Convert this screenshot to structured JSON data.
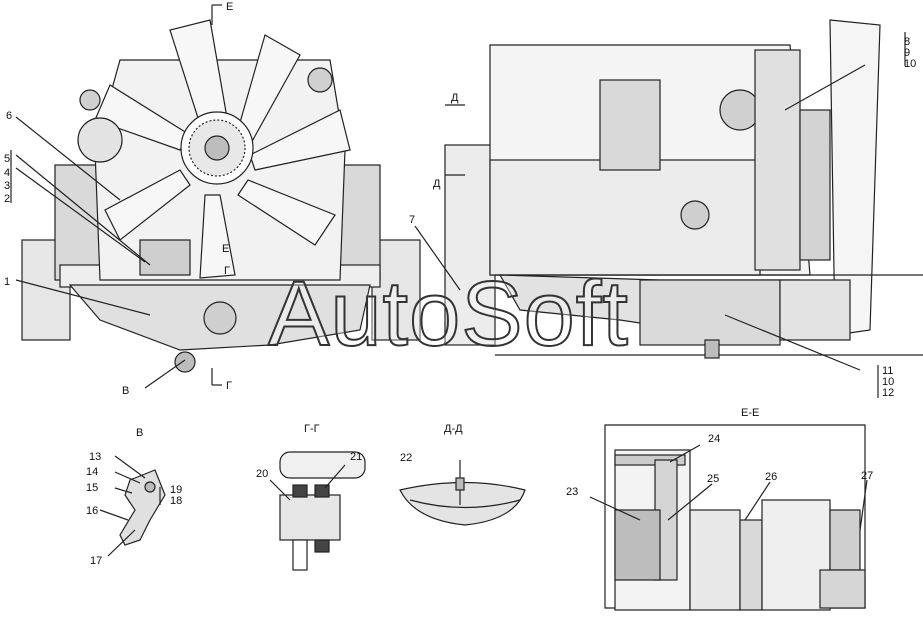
{
  "watermark": "AutoSoft",
  "views": {
    "front": {
      "callouts": [
        "1",
        "2",
        "3",
        "4",
        "5",
        "6"
      ],
      "section_marks": [
        "Е",
        "Е",
        "Г",
        "Г",
        "В"
      ]
    },
    "side": {
      "callouts": [
        "7",
        "8",
        "9",
        "10",
        "11",
        "10",
        "12"
      ],
      "section_marks": [
        "Д",
        "Д"
      ]
    },
    "detail_v": {
      "title": "В",
      "callouts": [
        "13",
        "14",
        "15",
        "16",
        "17",
        "18",
        "19"
      ]
    },
    "section_gg": {
      "title": "Г-Г",
      "callouts": [
        "20",
        "21"
      ]
    },
    "section_dd": {
      "title": "Д-Д",
      "callouts": [
        "22"
      ]
    },
    "section_ee": {
      "title": "Е-Е",
      "callouts": [
        "23",
        "24",
        "25",
        "26",
        "27"
      ]
    }
  },
  "colors": {
    "line": "#222222",
    "fill": "#d9d9d9",
    "dark": "#555555"
  }
}
